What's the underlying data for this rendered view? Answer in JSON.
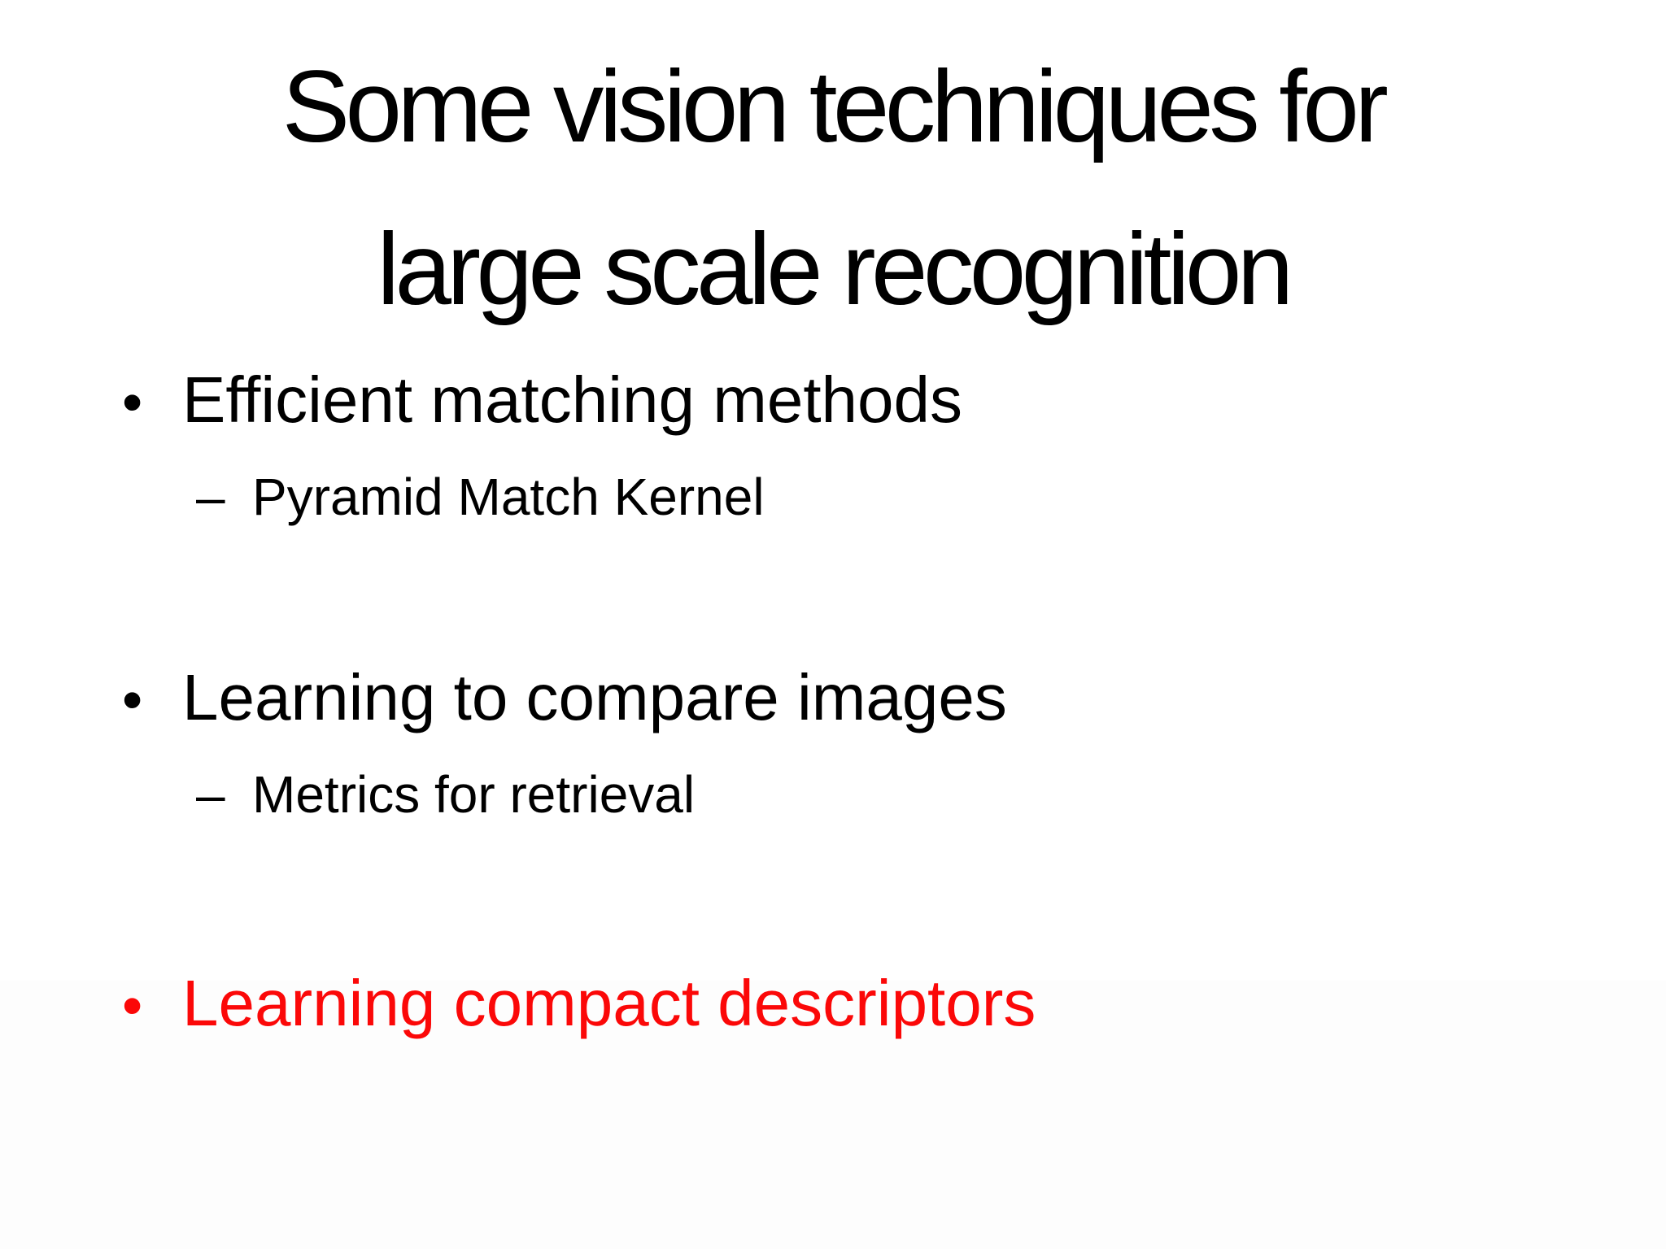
{
  "slide": {
    "title": {
      "line1": "Some vision techniques for",
      "line2": "large scale recognition"
    },
    "bullets": [
      {
        "level": 1,
        "marker": "•",
        "text": "Efficient matching methods",
        "color": "#000000"
      },
      {
        "level": 2,
        "marker": "–",
        "text": "Pyramid Match Kernel",
        "color": "#000000"
      },
      {
        "level": 1,
        "marker": "•",
        "text": "Learning to compare images",
        "color": "#000000"
      },
      {
        "level": 2,
        "marker": "–",
        "text": "Metrics for retrieval",
        "color": "#000000"
      },
      {
        "level": 1,
        "marker": "•",
        "text": "Learning compact descriptors",
        "color": "#fb0808"
      }
    ],
    "colors": {
      "background": "#ffffff",
      "text": "#000000",
      "accent_red": "#fb0808"
    }
  }
}
